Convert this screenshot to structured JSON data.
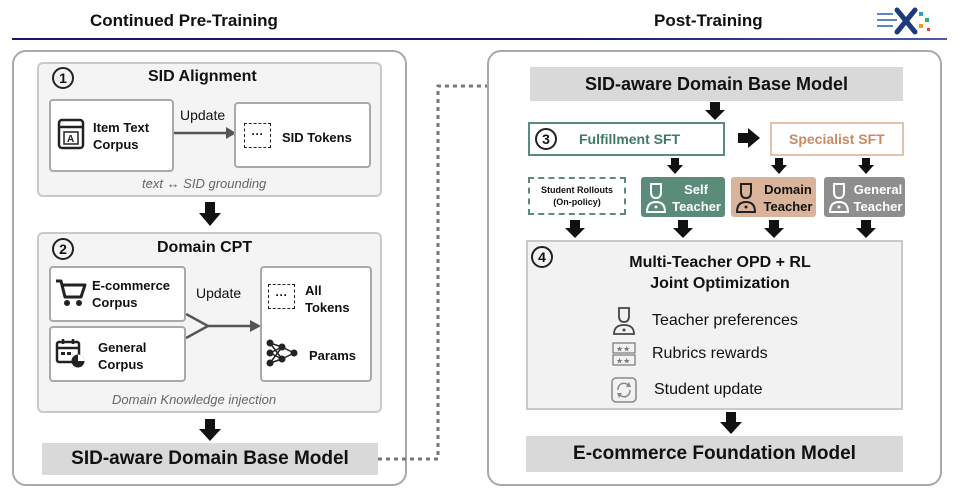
{
  "headers": {
    "left": "Continued Pre-Training",
    "right": "Post-Training"
  },
  "sid_alignment": {
    "number": "1",
    "title": "SID Alignment",
    "item_text_corpus": [
      "Item Text",
      "Corpus"
    ],
    "update": "Update",
    "sid_tokens": "SID Tokens",
    "caption": "text ↔ SID grounding"
  },
  "domain_cpt": {
    "number": "2",
    "title": "Domain CPT",
    "ecommerce_corpus": [
      "E-commerce",
      "Corpus"
    ],
    "general_corpus": [
      "General",
      "Corpus"
    ],
    "update": "Update",
    "all_tokens": [
      "All",
      "Tokens"
    ],
    "params": "Params",
    "caption": "Domain Knowledge injection"
  },
  "left_output": "SID-aware Domain Base Model",
  "post": {
    "base_model": "SID-aware Domain Base Model",
    "step3_number": "3",
    "fulfillment_sft": "Fulfillment SFT",
    "specialist_sft": "Specialist SFT",
    "student_rollouts": [
      "Student Rollouts",
      "(On-policy)"
    ],
    "self_teacher": [
      "Self",
      "Teacher"
    ],
    "domain_teacher": [
      "Domain",
      "Teacher"
    ],
    "general_teacher": [
      "General",
      "Teacher"
    ],
    "step4_number": "4",
    "opd_title": [
      "Multi-Teacher OPD + RL",
      "Joint Optimization"
    ],
    "bullets": [
      "Teacher preferences",
      "Rubrics rewards",
      "Student update"
    ],
    "final": "E-commerce Foundation Model"
  },
  "colors": {
    "green": "#5b8c7a",
    "green_text": "#3f7a66",
    "orange": "#c9a388",
    "orange_text": "#c88a64",
    "domain_fill": "#d9b49a",
    "general_fill": "#8e8e8e",
    "self_fill": "#5b8c7a"
  },
  "icons": [
    "logo-icon",
    "document-icon",
    "cart-icon",
    "calendar-chart-icon",
    "neural-net-icon",
    "person-icon",
    "stars-icon",
    "refresh-icon"
  ]
}
